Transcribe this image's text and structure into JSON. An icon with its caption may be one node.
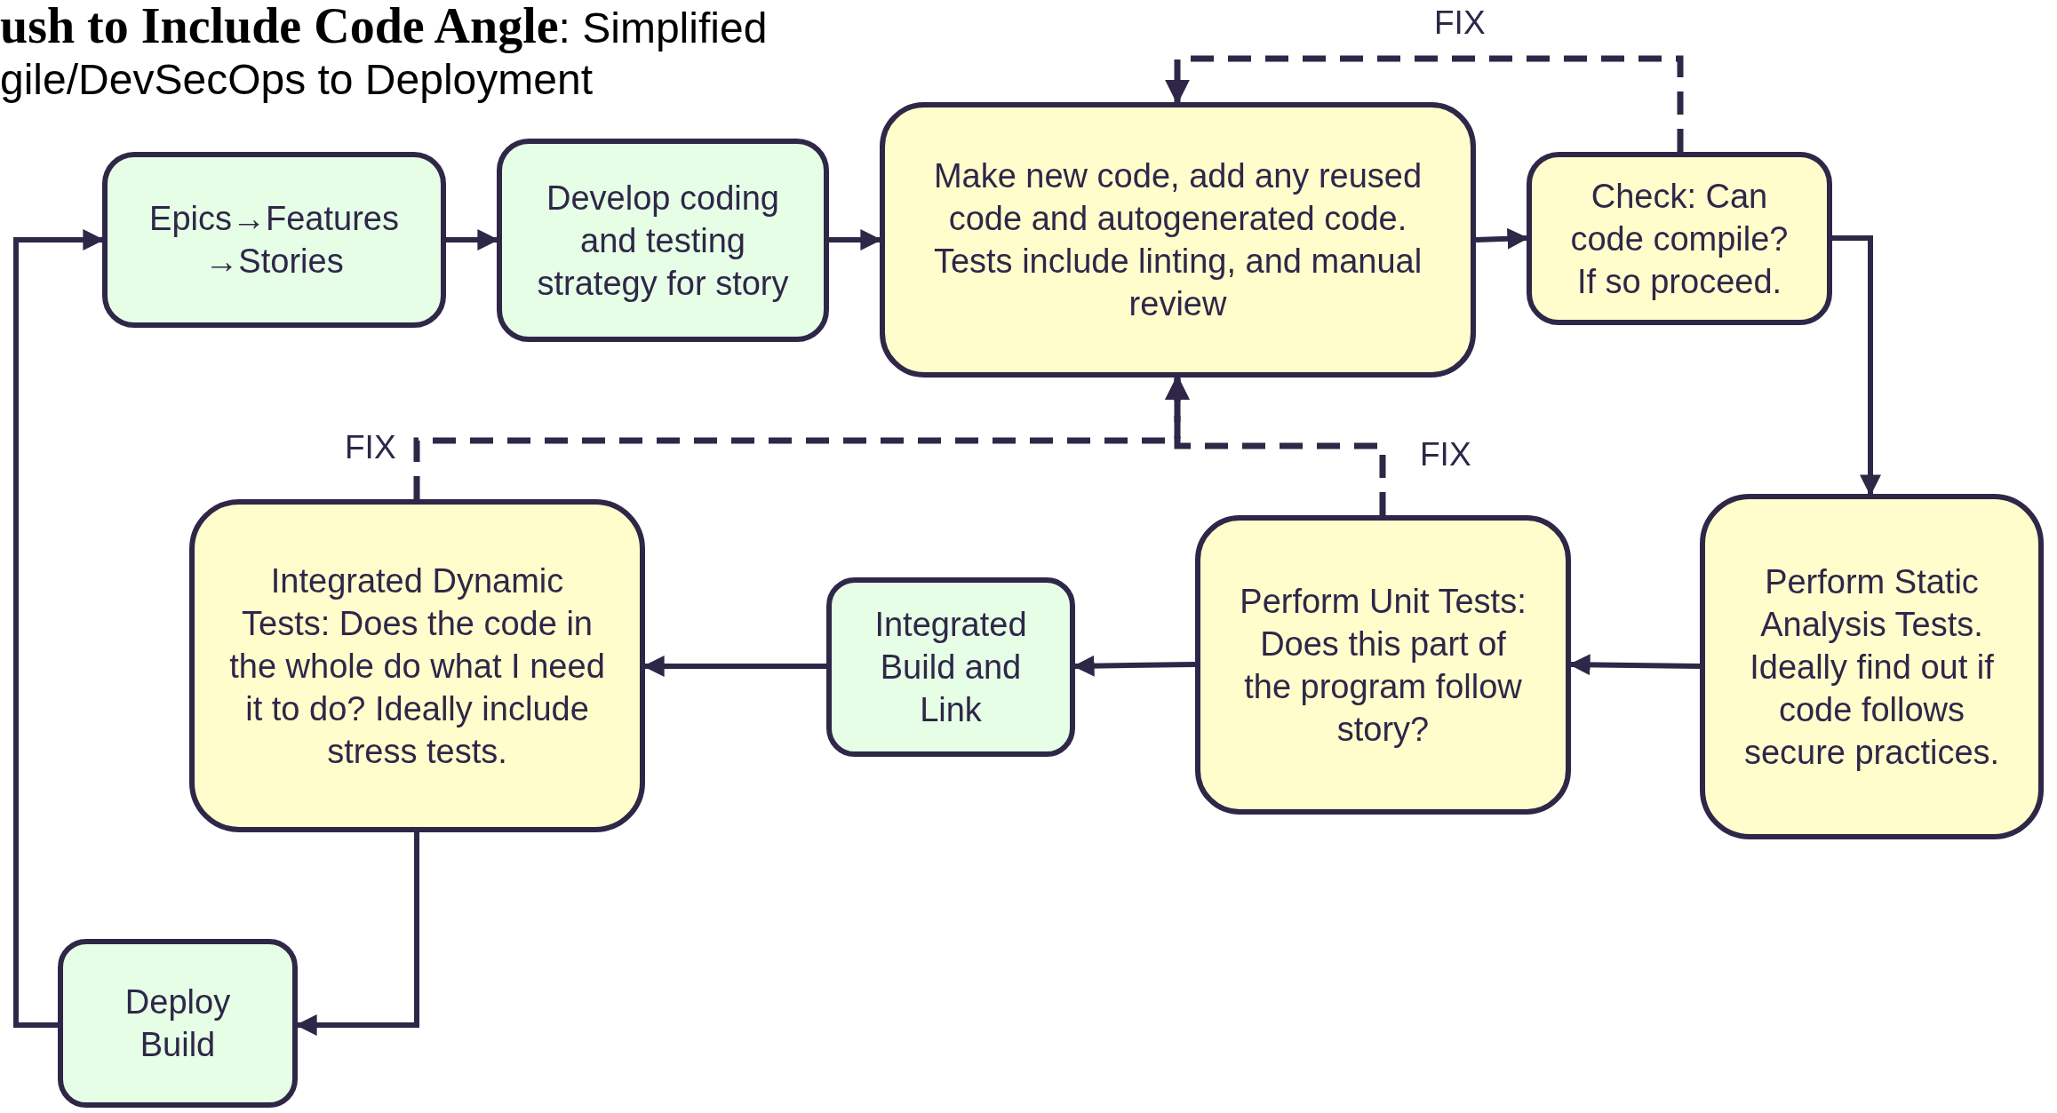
{
  "diagram": {
    "title": "**ush to Include Code Angle**: Simplified gile/DevSecOps to Deployment",
    "nodes": [
      {
        "text": [
          "Epics→Features →Stories"
        ]
      },
      {
        "text": [
          "Develop coding and testing strategy for story"
        ]
      },
      {
        "text": [
          "Make new code, add any reused code and autogenerated code. Tests include linting, and manual review"
        ]
      },
      {
        "text": [
          "Check: Can code compile? If so proceed."
        ]
      },
      {
        "text": [
          "Perform Static Analysis Tests. Ideally find out  if code follows secure practices."
        ]
      },
      {
        "text": [
          "Perform Unit Tests: Does this part of the program follow story?"
        ]
      },
      {
        "text": [
          "Integrated Build and Link"
        ]
      },
      {
        "text": [
          "Integrated Dynamic Tests: Does the code in the whole do what I need it to do? Ideally include stress tests."
        ]
      },
      {
        "text": [
          "Deploy Build"
        ]
      }
    ],
    "edges": [
      {
        "from": 0,
        "to": 1,
        "arrow": "to"
      },
      {
        "from": 1,
        "to": 2,
        "arrow": "to"
      },
      {
        "from": 2,
        "to": 3,
        "arrow": "to"
      },
      {
        "from": 3,
        "to": 2,
        "arrow": "to",
        "style": "dashed",
        "label": "FIX"
      },
      {
        "from": 3,
        "to": 4,
        "arrow": "to"
      },
      {
        "from": 4,
        "to": 5,
        "arrow": "to"
      },
      {
        "from": 5,
        "to": 2,
        "arrow": "to",
        "style": "dashed",
        "label": "FIX"
      },
      {
        "from": 5,
        "to": 6,
        "arrow": "to"
      },
      {
        "from": 6,
        "to": 7,
        "arrow": "to"
      },
      {
        "from": 7,
        "to": 2,
        "arrow": "to",
        "style": "dashed",
        "label": "FIX"
      },
      {
        "from": 7,
        "to": 8,
        "arrow": "to"
      },
      {
        "from": 8,
        "to": 0,
        "arrow": "to"
      }
    ]
  }
}
